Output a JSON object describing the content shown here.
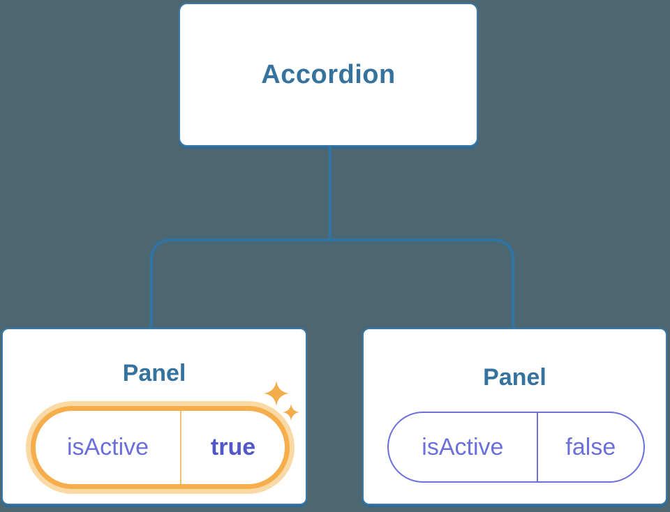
{
  "diagram": {
    "description": "React component tree diagram: an Accordion parent component with two Panel children, each holding an isActive state pill; the first Panel's state (true) is highlighted",
    "background_color": "#4C6771",
    "root": {
      "label": "Accordion"
    },
    "panels": [
      {
        "label": "Panel",
        "state_name": "isActive",
        "state_value": "true",
        "highlighted": true,
        "icon": "sparkles-icon"
      },
      {
        "label": "Panel",
        "state_name": "isActive",
        "state_value": "false",
        "highlighted": false
      }
    ],
    "colors": {
      "node_border_blue": "#3A79A8",
      "node_shadow_blue": "#2E6997",
      "connector_blue": "#2E74A4",
      "title_text_blue": "#35729E",
      "state_purple": "#6A6FDC",
      "state_purple_emphasis": "#5157C8",
      "highlight_orange": "#F5AE4B",
      "highlight_glow_orange": "#FAD9A4",
      "highlight_divider_orange": "#F0C173",
      "sparkle_orange": "#F4AD4D",
      "node_fill": "#FFFFFF"
    }
  }
}
